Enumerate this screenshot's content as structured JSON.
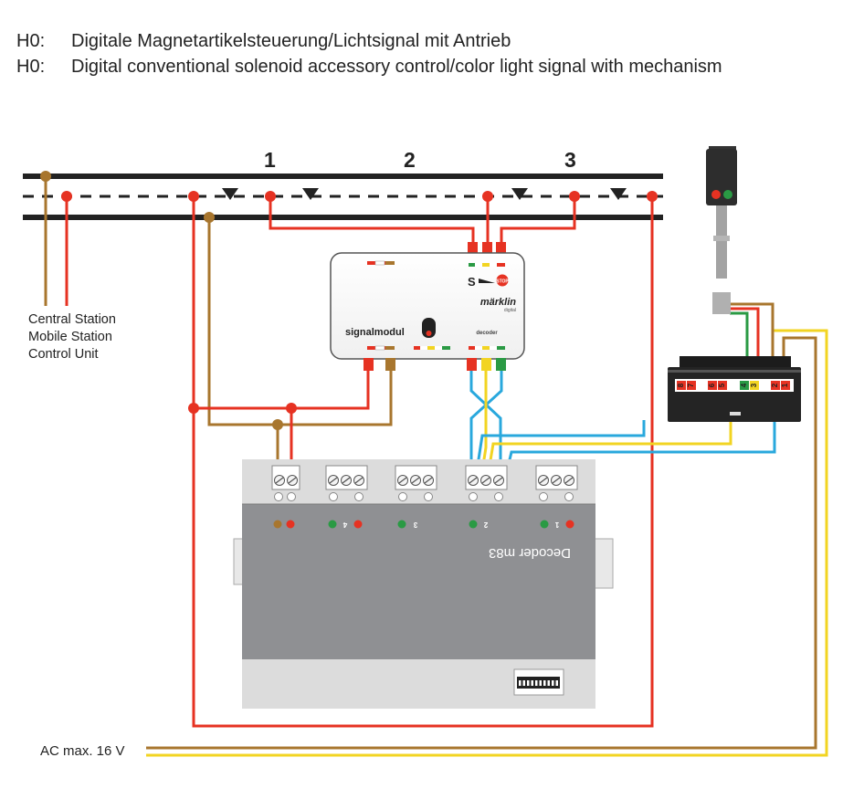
{
  "header": {
    "line1_prefix": "H0:",
    "line1_text": "Digitale Magnetartikelsteuerung/Lichtsignal mit Antrieb",
    "line2_prefix": "H0:",
    "line2_text": "Digital conventional solenoid accessory control/color light signal with mechanism"
  },
  "sections": [
    "1",
    "2",
    "3"
  ],
  "controllers": [
    "Central Station",
    "Mobile Station",
    "Control Unit"
  ],
  "power_label": "AC max. 16 V",
  "signal_module": {
    "label": "signalmodul",
    "decoder_label": "decoder",
    "brand": "märklin",
    "brand_sub": "digital",
    "s_label": "S",
    "stop_label": "STOP"
  },
  "decoder": {
    "label": "Decoder m83",
    "outputs": [
      "4",
      "3",
      "2",
      "1"
    ]
  },
  "signal_base_terminals": [
    "8",
    "7",
    "6",
    "5",
    "4",
    "3",
    "2",
    "1"
  ],
  "colors": {
    "red": "#e63222",
    "brown": "#a8762e",
    "yellow": "#f2d422",
    "blue": "#29a8dd",
    "green": "#2a9a44",
    "rail": "#222222"
  }
}
